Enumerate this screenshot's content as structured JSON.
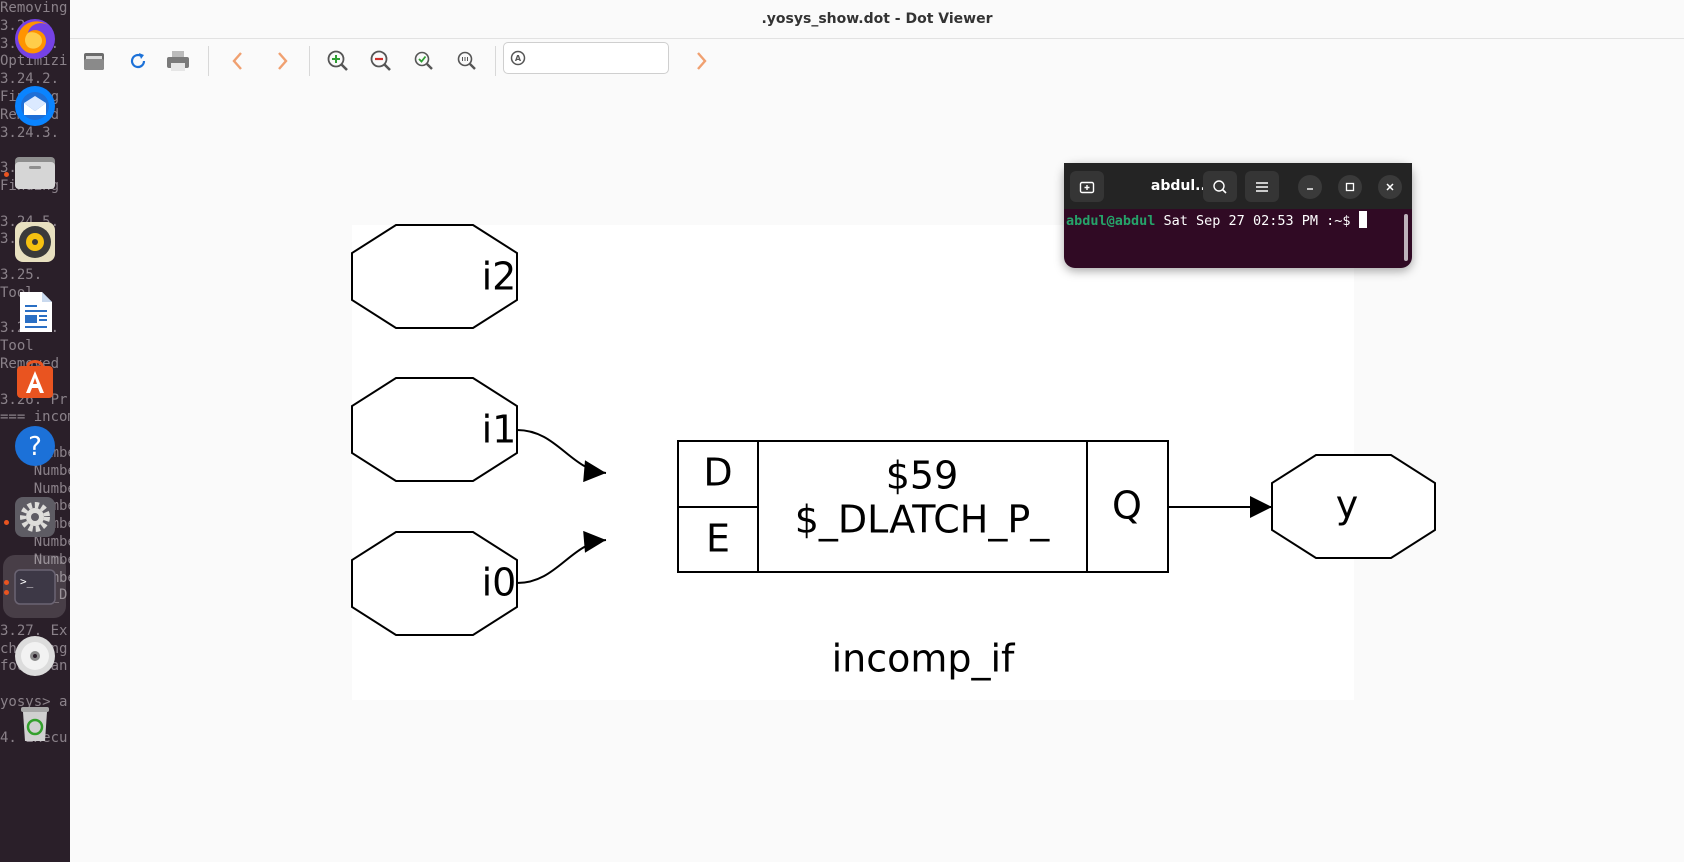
{
  "dock": {
    "background_text": [
      "Removing",
      "3.24.",
      "3.24.1.",
      "Optimizi",
      "3.24.2.",
      "Finding",
      "Removed",
      "3.24.3.",
      "",
      "3.24.",
      "Finding",
      "",
      "3.24.5.",
      "3.25.",
      "",
      "3.25.",
      "Tool",
      "",
      "3.25.2.",
      "Tool",
      "Removed",
      "",
      "3.26. Pr",
      "=== incom",
      "",
      "    Numbe",
      "    Numbe",
      "    Numbe",
      "    Numbe",
      "    Numbe",
      "    Numbe",
      "    Numbe",
      "    Numbe",
      "     $_D",
      "",
      "3.27. Ex",
      "checking",
      "found an",
      "",
      "yosys> a",
      "",
      "4. Execu"
    ],
    "apps": [
      "firefox-icon",
      "thunderbird-icon",
      "files-icon",
      "rhythmbox-icon",
      "writer-icon",
      "app-center-icon",
      "help-icon",
      "settings-icon",
      "terminal-icon",
      "disc-icon",
      "trash-icon"
    ]
  },
  "window": {
    "title": ".yosys_show.dot - Dot Viewer"
  },
  "toolbar": {
    "search_value": "",
    "search_placeholder": ""
  },
  "graph": {
    "nodes": {
      "i2": "i2",
      "i1": "i1",
      "i0": "i0",
      "y": "y"
    },
    "cell": {
      "port_d": "D",
      "port_e": "E",
      "port_q": "Q",
      "id": "$59",
      "type": "$_DLATCH_P_"
    },
    "module_label": "incomp_if"
  },
  "terminal": {
    "title": "abdul...",
    "user_host": "abdul@abdul",
    "prompt_rest": " Sat Sep 27 02:53 PM :~$ ",
    "colors": {
      "background": "#300a24",
      "header": "#242424",
      "prompt": "#26a269"
    }
  },
  "colors": {
    "dock": "#2a1f29",
    "accent": "#e95420",
    "window": "#fafafa"
  }
}
